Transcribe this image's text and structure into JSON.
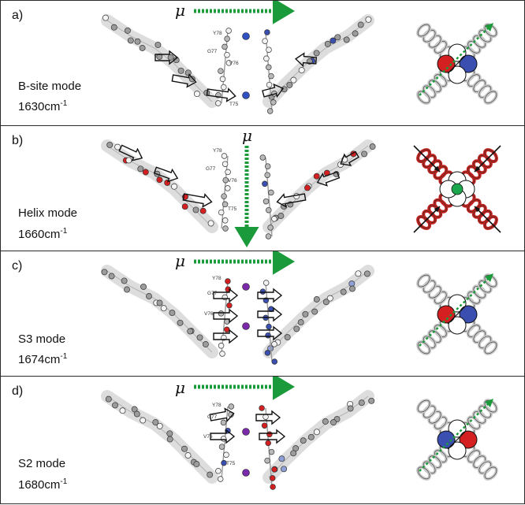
{
  "panels": [
    {
      "letter": "a)",
      "mode": "B-site mode",
      "freq": "1630",
      "unit": "cm",
      "exp": "-1",
      "mu_dir": "right"
    },
    {
      "letter": "b)",
      "mode": "Helix mode",
      "freq": "1660",
      "unit": "cm",
      "exp": "-1",
      "mu_dir": "down"
    },
    {
      "letter": "c)",
      "mode": "S3 mode",
      "freq": "1674",
      "unit": "cm",
      "exp": "-1",
      "mu_dir": "right"
    },
    {
      "letter": "d)",
      "mode": "S2 mode",
      "freq": "1680",
      "unit": "cm",
      "exp": "-1",
      "mu_dir": "right"
    }
  ],
  "mu_symbol": "μ",
  "residues": [
    "Y78",
    "G77",
    "V76",
    "T75"
  ],
  "colors": {
    "dipole_arrow": "#1a9a3a",
    "red_atom": "#d42020",
    "blue_atom": "#3a4fb0",
    "helix_gray": "#c8c8c8",
    "helix_red": "#c0201c",
    "ion_blue": "#3050c0",
    "ion_purple": "#7a2aa8",
    "center_green": "#1aa64a"
  },
  "icons": [
    "protein-backbone",
    "helix-cross-schematic",
    "dipole-arrow",
    "displacement-arrow"
  ]
}
